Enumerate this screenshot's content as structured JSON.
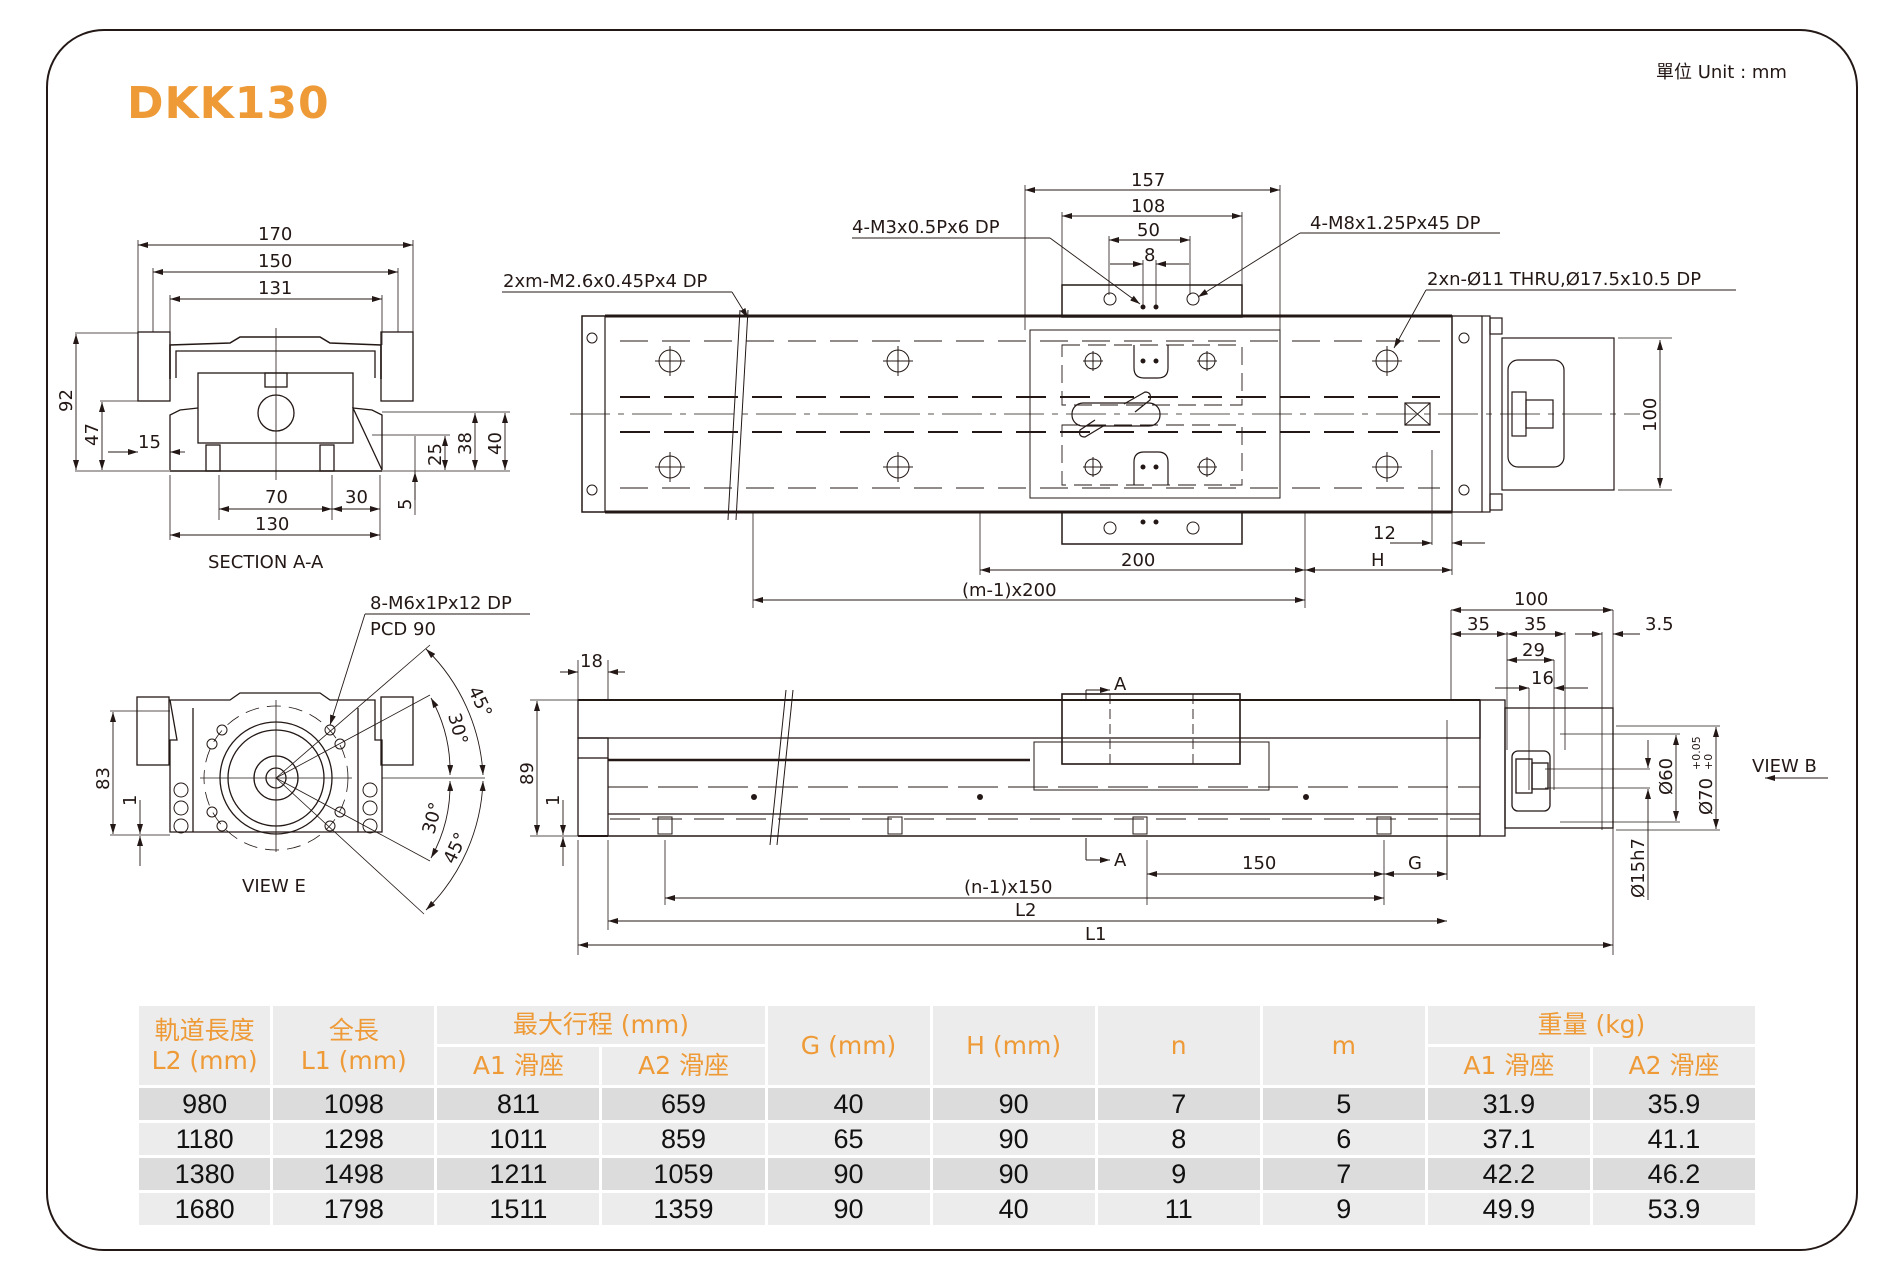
{
  "header": {
    "model_title": "DKK130",
    "unit_label": "單位 Unit : mm"
  },
  "drawing": {
    "section_aa": {
      "caption": "SECTION A-A",
      "dims": {
        "d170": "170",
        "d150": "150",
        "d131": "131",
        "d92": "92",
        "d47": "47",
        "d15": "15",
        "d25": "25",
        "d38": "38",
        "d40": "40",
        "d5": "5",
        "d70": "70",
        "d30": "30",
        "d130": "130"
      }
    },
    "top_view": {
      "callouts": {
        "m26": "2xm-M2.6x0.45Px4 DP",
        "m3": "4-M3x0.5Px6 DP",
        "m8": "4-M8x1.25Px45 DP",
        "thru": "2xn-Ø11 THRU,Ø17.5x10.5 DP"
      },
      "dims": {
        "d157": "157",
        "d108": "108",
        "d50": "50",
        "d8": "8",
        "d100": "100",
        "d12": "12",
        "d200": "200",
        "dH": "H",
        "dm": "(m-1)x200"
      }
    },
    "view_e": {
      "caption": "VIEW E",
      "callouts": {
        "m6": "8-M6x1Px12 DP",
        "pcd": "PCD 90"
      },
      "dims": {
        "d83": "83",
        "d1": "1",
        "a45a": "45°",
        "a30a": "30°",
        "a30b": "30°",
        "a45b": "45°"
      }
    },
    "side_view": {
      "dims": {
        "d18": "18",
        "d89": "89",
        "d1": "1",
        "secA_top": "A",
        "secA_bot": "A",
        "d150": "150",
        "dG": "G",
        "dn": "(n-1)x150",
        "dL2": "L2",
        "dL1": "L1"
      }
    },
    "motor_end": {
      "view_label": "VIEW B",
      "dims": {
        "d100": "100",
        "d35a": "35",
        "d35b": "35",
        "d3_5": "3.5",
        "d29": "29",
        "d16": "16",
        "d60": "Ø60",
        "d70": "Ø70",
        "d70tol_up": "+0.05",
        "d70tol_lo": "+0",
        "d15h7": "Ø15h7"
      }
    }
  },
  "table": {
    "headers": {
      "l2_zh": "軌道長度",
      "l2_en": "L2 (mm)",
      "l1_zh": "全長",
      "l1_en": "L1 (mm)",
      "stroke": "最大行程 (mm)",
      "a1": "A1 滑座",
      "a2": "A2 滑座",
      "g": "G (mm)",
      "h": "H (mm)",
      "n": "n",
      "m": "m",
      "weight": "重量 (kg)",
      "wa1": "A1 滑座",
      "wa2": "A2 滑座"
    },
    "rows": [
      [
        "980",
        "1098",
        "811",
        "659",
        "40",
        "90",
        "7",
        "5",
        "31.9",
        "35.9"
      ],
      [
        "1180",
        "1298",
        "1011",
        "859",
        "65",
        "90",
        "8",
        "6",
        "37.1",
        "41.1"
      ],
      [
        "1380",
        "1498",
        "1211",
        "1059",
        "90",
        "90",
        "9",
        "7",
        "42.2",
        "46.2"
      ],
      [
        "1680",
        "1798",
        "1511",
        "1359",
        "90",
        "40",
        "11",
        "9",
        "49.9",
        "53.9"
      ]
    ]
  },
  "colors": {
    "accent": "#ee9a37",
    "line": "#231815",
    "header_bg": "#ececec",
    "row_dark": "#dcdcdc"
  }
}
